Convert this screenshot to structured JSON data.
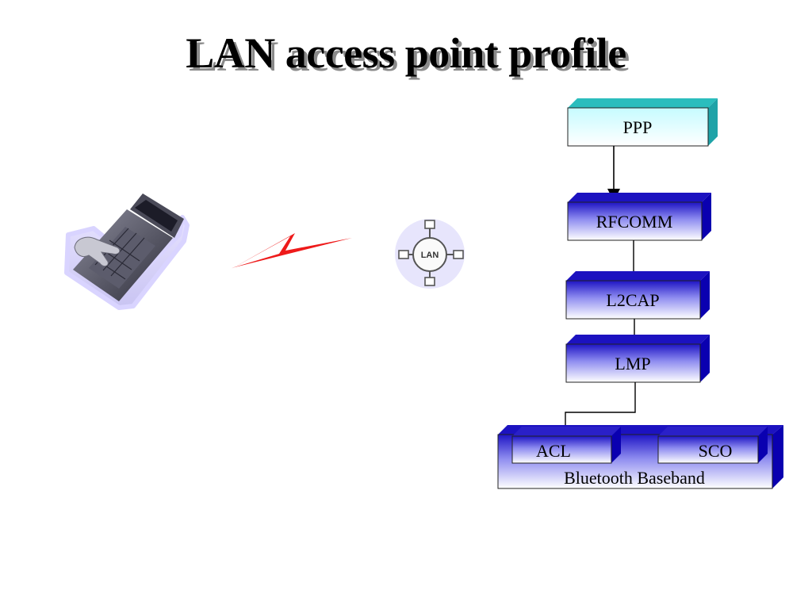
{
  "slide": {
    "title": "LAN access point profile"
  },
  "diagram": {
    "client_icon": "laptop-with-hand-icon",
    "link_icon": "lightning-bolt-icon",
    "network_node": {
      "icon": "lan-network-icon",
      "label": "LAN"
    },
    "stack": {
      "layers": {
        "ppp": "PPP",
        "rfcomm": "RFCOMM",
        "l2cap": "L2CAP",
        "lmp": "LMP",
        "acl": "ACL",
        "sco": "SCO",
        "baseband": "Bluetooth Baseband"
      }
    },
    "colors": {
      "ppp_fill": "#e6fbff",
      "ppp_side": "#2bbdbd",
      "layer_front_top": "#2a20c8",
      "layer_front_bottom": "#ffffff",
      "layer_side": "#0a00b0",
      "bolt": "#ee1a1a"
    }
  }
}
